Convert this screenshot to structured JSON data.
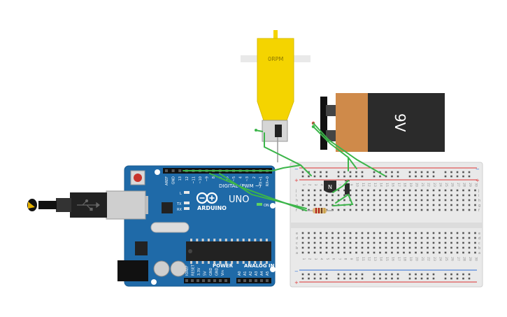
{
  "motor": {
    "speed_label": "0RPM"
  },
  "battery": {
    "voltage_label": "9V"
  },
  "arduino": {
    "brand_label": "ARDUINO",
    "model_label": "UNO",
    "digital_label": "DIGITAL (PWM ~)",
    "power_label": "POWER",
    "analog_label": "ANALOG IN",
    "pin_l": "L",
    "pin_tx": "TX",
    "pin_rx": "RX",
    "on_label": "ON",
    "digital_pins": [
      "AREF",
      "GND",
      "13",
      "12",
      "~11",
      "~10",
      "~9",
      "8",
      "7",
      "~6",
      "~5",
      "4",
      "~3",
      "2",
      "TX→1",
      "RX←0"
    ],
    "power_pins": [
      "IOREF",
      "RESET",
      "3.3V",
      "5V",
      "GND",
      "GND",
      "Vin"
    ],
    "analog_pins": [
      "A0",
      "A1",
      "A2",
      "A3",
      "A4",
      "A5"
    ]
  },
  "transistor": {
    "label": "N"
  },
  "breadboard": {
    "row_letters_top": [
      "a",
      "b",
      "c",
      "d",
      "e"
    ],
    "row_letters_bottom": [
      "f",
      "g",
      "h",
      "i",
      "j"
    ],
    "column_numbers": [
      "1",
      "2",
      "3",
      "4",
      "5",
      "6",
      "7",
      "8",
      "9",
      "10",
      "11",
      "12",
      "13",
      "14",
      "15",
      "16",
      "17",
      "18",
      "19",
      "20",
      "21",
      "22",
      "23",
      "24",
      "25",
      "26",
      "27",
      "28",
      "29",
      "30"
    ]
  },
  "colors": {
    "motor_yellow": "#f4d400",
    "arduino_blue": "#1f6aa8",
    "wire_green": "#3cb54a",
    "battery_orange": "#cf8a4a",
    "battery_body": "#2b2b2b",
    "breadboard": "#e9e9e9",
    "rail_red": "#d33",
    "rail_blue": "#2a6dd6"
  }
}
